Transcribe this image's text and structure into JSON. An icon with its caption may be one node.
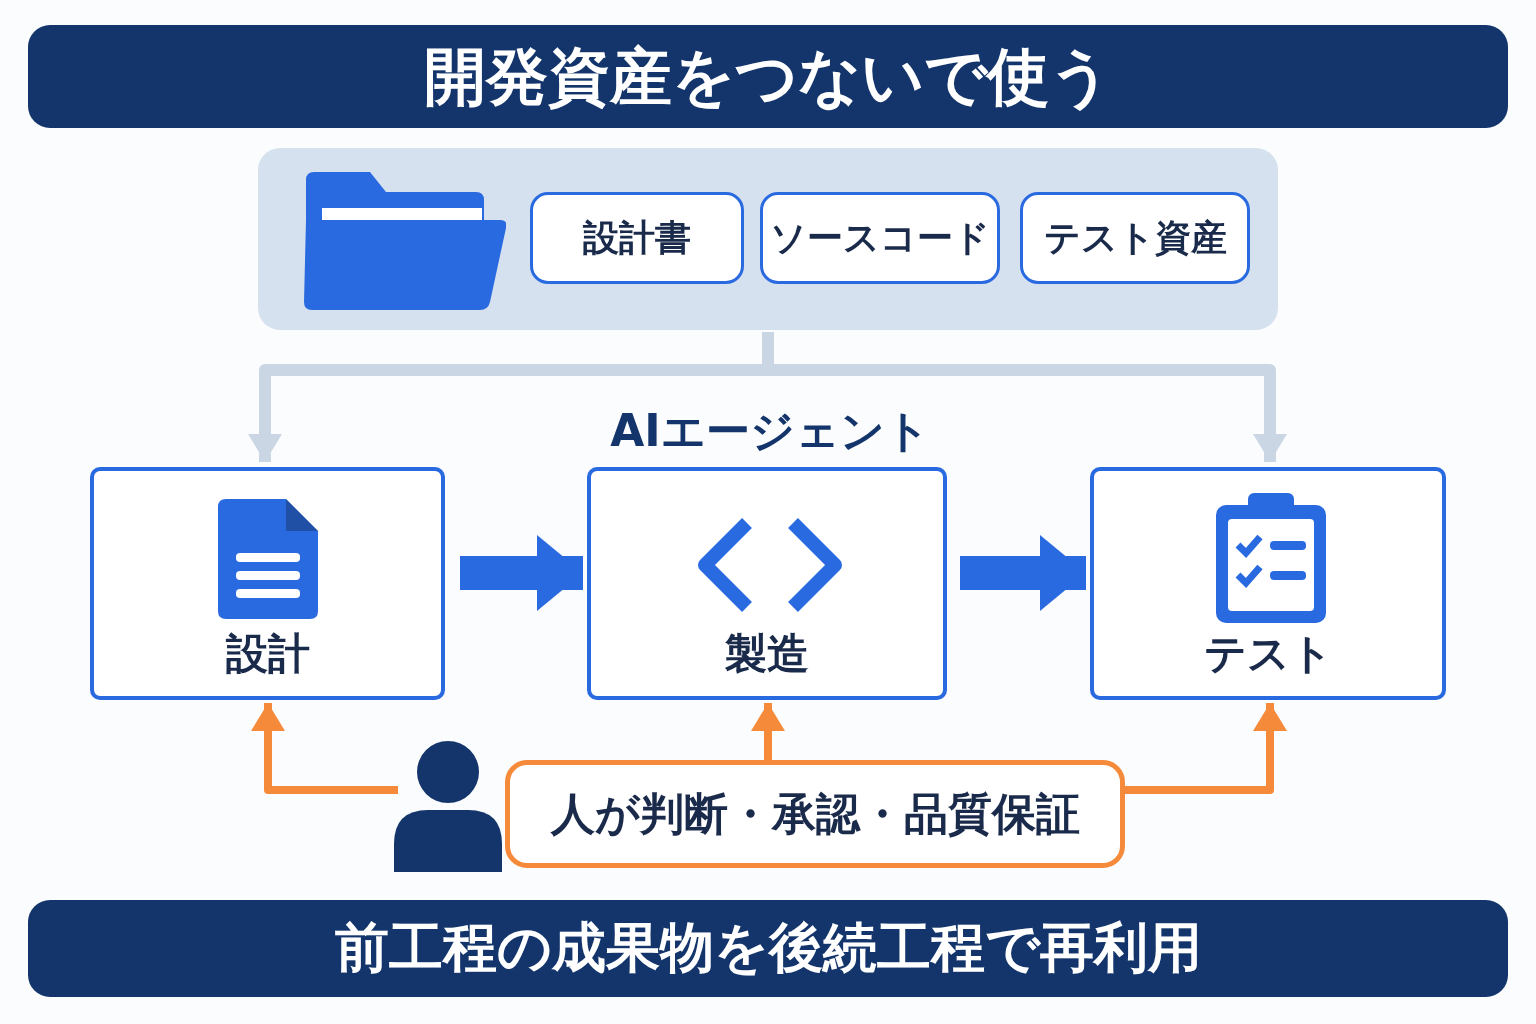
{
  "diagram": {
    "title": "開発資産をつないで使う",
    "caption": "前工程の成果物を後続工程で再利用",
    "nodes": [
      {
        "text": [],
        "shape": "box"
      },
      {
        "text": [
          "設計書"
        ],
        "in": 0
      },
      {
        "text": [
          "ソースコード"
        ],
        "in": 0
      },
      {
        "text": [
          "テスト資産"
        ],
        "in": 0
      },
      {
        "text": [
          "設計"
        ]
      },
      {
        "text": [
          "製造"
        ]
      },
      {
        "text": [
          "テスト"
        ]
      },
      {
        "text": [],
        "shape": "person"
      },
      {
        "text": [
          "人が判断・承認・品質保証"
        ]
      }
    ],
    "edges": [
      {
        "from": 0,
        "to": 4,
        "arrow": "to",
        "color": "#cbd6e5"
      },
      {
        "from": 0,
        "to": 6,
        "arrow": "to",
        "color": "#cbd6e5"
      },
      {
        "from": 4,
        "to": 5,
        "arrow": "to",
        "style": "thick",
        "color": "#2a6ae0"
      },
      {
        "from": 5,
        "to": 6,
        "arrow": "to",
        "style": "thick",
        "color": "#2a6ae0"
      },
      {
        "from": 7,
        "to": 4,
        "arrow": "to",
        "color": "#f58a3a"
      },
      {
        "from": 8,
        "to": 5,
        "arrow": "to",
        "color": "#f58a3a"
      },
      {
        "from": 8,
        "to": 6,
        "arrow": "to",
        "color": "#f58a3a"
      }
    ],
    "labels": [
      "AIエージェント"
    ]
  }
}
